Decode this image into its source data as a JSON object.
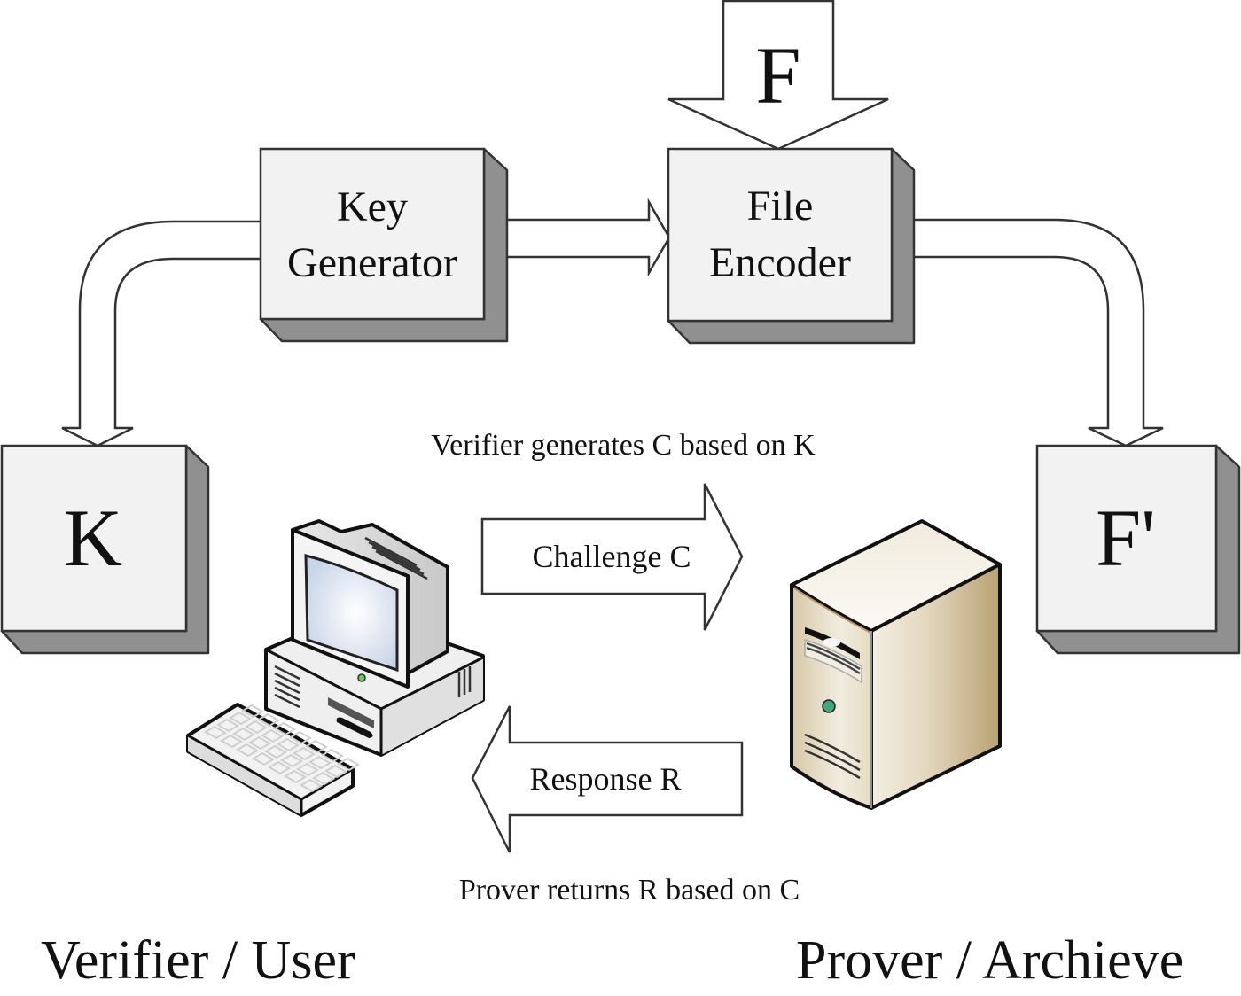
{
  "diagram": {
    "title": "Proof of storage protocol",
    "nodes": {
      "key_generator": {
        "line1": "Key",
        "line2": "Generator"
      },
      "file_encoder": {
        "line1": "File",
        "line2": "Encoder"
      },
      "key_store": {
        "label": "K"
      },
      "encoded_file": {
        "label": "F'"
      },
      "file_input": {
        "label": "F"
      }
    },
    "arrows": {
      "challenge": {
        "label": "Challenge C"
      },
      "response": {
        "label": "Response R"
      }
    },
    "captions": {
      "challenge_caption": "Verifier generates C based on K",
      "response_caption": "Prover returns R based on C"
    },
    "parties": {
      "verifier": "Verifier / User",
      "prover": "Prover / Archieve"
    },
    "icons": {
      "verifier_icon": "desktop-computer-icon",
      "prover_icon": "server-tower-icon"
    },
    "colors": {
      "box_face": "#f2f2f2",
      "box_shadow": "#909090",
      "server_beige": "#d8c8a4"
    }
  }
}
